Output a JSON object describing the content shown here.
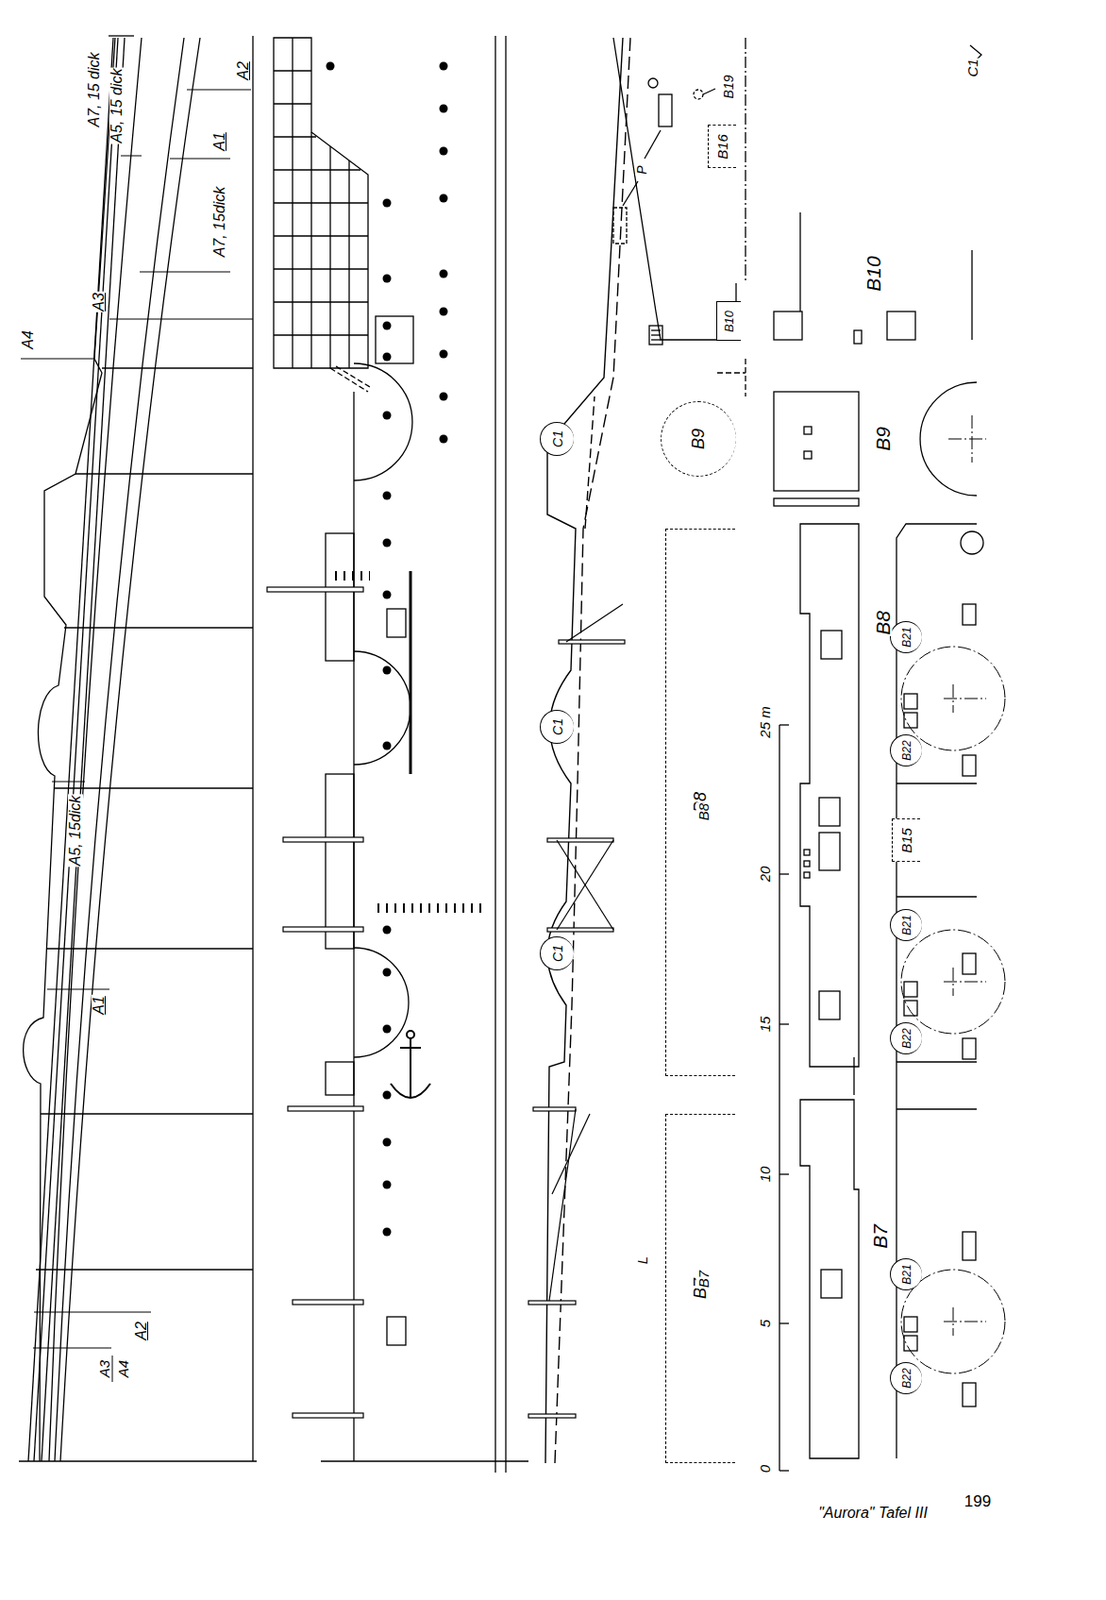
{
  "diagram": {
    "caption": "\"Aurora\" Tafel III",
    "nodes": [
      {
        "text": [
          "C1"
        ]
      },
      {
        "text": [
          "C1"
        ]
      },
      {
        "text": [
          "C1"
        ]
      },
      {
        "text": [
          "B21"
        ]
      },
      {
        "text": [
          "B22"
        ]
      },
      {
        "text": [
          "B21"
        ]
      },
      {
        "text": [
          "B22"
        ]
      },
      {
        "text": [
          "B21"
        ]
      },
      {
        "text": [
          "B22"
        ]
      },
      {
        "text": [
          "B16"
        ]
      },
      {
        "text": [
          "B10"
        ]
      },
      {
        "text": [
          "B15"
        ]
      },
      {
        "text": [
          "B9"
        ]
      },
      {
        "text": [
          "B8"
        ]
      },
      {
        "text": [
          "B7"
        ]
      }
    ],
    "labels": [
      "A7, 15 dick",
      "A5, 15 dick",
      "A2",
      "A1",
      "A7, 15dick",
      "A3",
      "A4",
      "A1",
      "A5, 15dick",
      "A2",
      "A3",
      "A4",
      "C1",
      "B19",
      "P",
      "B10",
      "B9",
      "B8",
      "B8",
      "25 m",
      "20",
      "15",
      "10",
      "5",
      "0",
      "B7",
      "B7",
      "L",
      "199"
    ]
  }
}
